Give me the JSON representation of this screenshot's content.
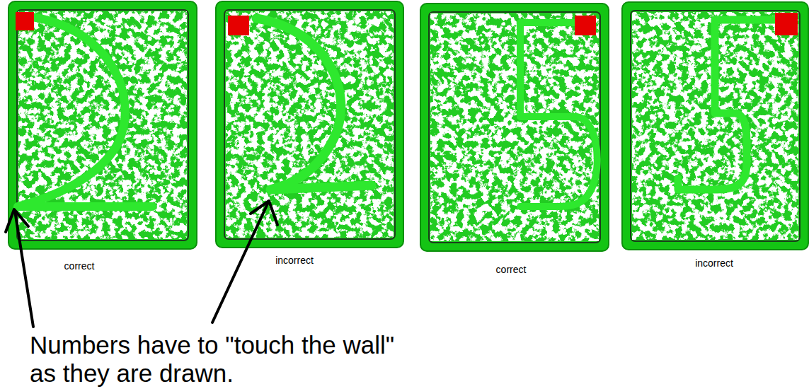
{
  "diagram": {
    "nodes": [
      {
        "text": [
          "correct"
        ]
      },
      {
        "text": [
          "incorrect"
        ]
      },
      {
        "text": [
          "correct"
        ]
      },
      {
        "text": [
          "incorrect"
        ]
      }
    ],
    "labels": [
      "Numbers have to \"touch the wall\" as they are drawn."
    ]
  }
}
